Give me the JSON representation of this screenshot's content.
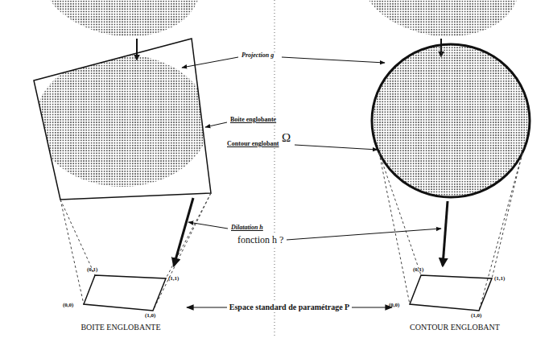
{
  "diagram": {
    "nodes": [
      {
        "text": [
          "(0,1)",
          "(1,1)",
          "(0,0)",
          "(1,0)"
        ]
      },
      {
        "text": [
          "(0,1)",
          "(1,1)",
          "(0,0)",
          "(1,0)"
        ]
      }
    ],
    "edges": [
      {
        "from": 0,
        "to": 1,
        "arrow": "both",
        "label": "Espace standard de paramétrage P"
      }
    ],
    "labels": [
      "Projection g",
      "Boite englobante",
      "Contour englobant",
      "Ω",
      "Dilatation h",
      "fonction h ?",
      "BOITE ENGLOBANTE",
      "CONTOUR ENGLOBANT"
    ]
  }
}
